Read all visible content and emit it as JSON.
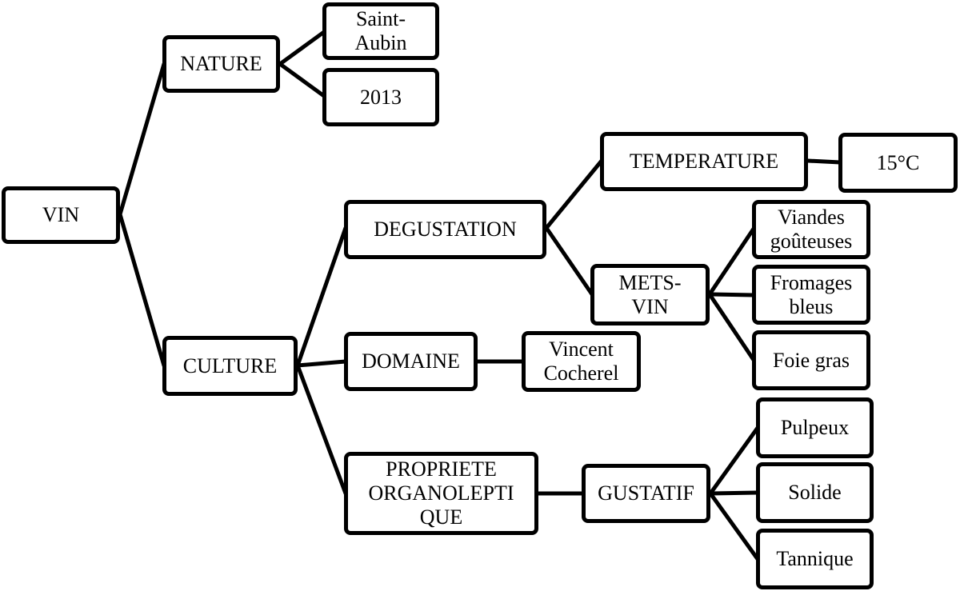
{
  "diagram": {
    "nodes": {
      "vin": "VIN",
      "nature": "NATURE",
      "saint_aubin": "Saint-\nAubin",
      "year": "2013",
      "culture": "CULTURE",
      "degustation": "DEGUSTATION",
      "temperature": "TEMPERATURE",
      "temp_value": "15°C",
      "mets_vin": "METS-\nVIN",
      "viandes": "Viandes\ngoûteuses",
      "fromages": "Fromages\nbleus",
      "foie_gras": "Foie gras",
      "domaine": "DOMAINE",
      "vincent": "Vincent\nCocherel",
      "propriete": "PROPRIETE\nORGANOLEPTI\nQUE",
      "gustatif": "GUSTATIF",
      "pulpeux": "Pulpeux",
      "solide": "Solide",
      "tannique": "Tannique"
    },
    "colors": {
      "line": "#000000",
      "border": "#000000",
      "fill": "#ffffff"
    }
  }
}
